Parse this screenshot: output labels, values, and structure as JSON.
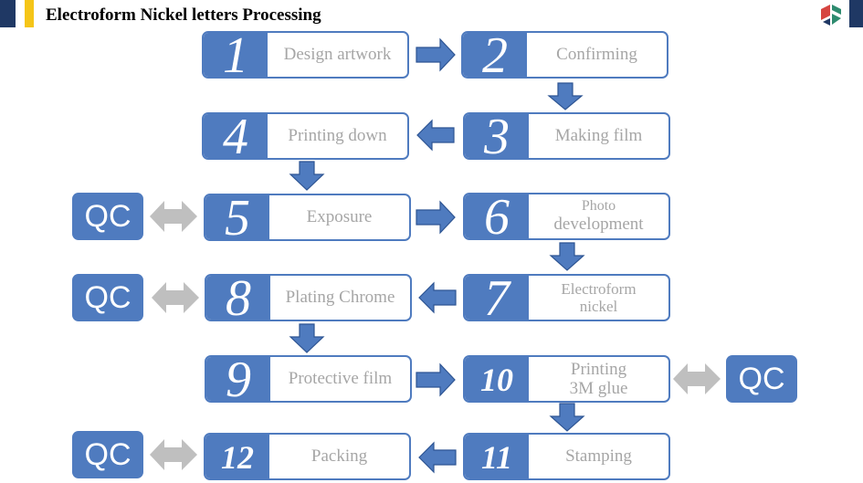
{
  "title": "Electroform  Nickel letters  Processing",
  "colors": {
    "step_fill": "#4f7bbf",
    "arrow_fill": "#4f7bbf",
    "arrow_stroke": "#2e5593",
    "qc_arrow": "#bfbfbf",
    "label_text": "#a6a6a6"
  },
  "steps": [
    {
      "number": "1",
      "label": "Design  artwork"
    },
    {
      "number": "2",
      "label": "Confirming"
    },
    {
      "number": "3",
      "label": "Making  film"
    },
    {
      "number": "4",
      "label": "Printing  down"
    },
    {
      "number": "5",
      "label": "Exposure"
    },
    {
      "number": "6",
      "label_line1": "Photo",
      "label_line2": "development"
    },
    {
      "number": "7",
      "label_line1": "Electroform",
      "label_line2": "nickel"
    },
    {
      "number": "8",
      "label": "Plating  Chrome"
    },
    {
      "number": "9",
      "label": "Protective  film"
    },
    {
      "number": "10",
      "label_line1": "Printing",
      "label_line2": "3M  glue"
    },
    {
      "number": "11",
      "label": "Stamping"
    },
    {
      "number": "12",
      "label": "Packing"
    }
  ],
  "qc": {
    "label": "QC"
  }
}
